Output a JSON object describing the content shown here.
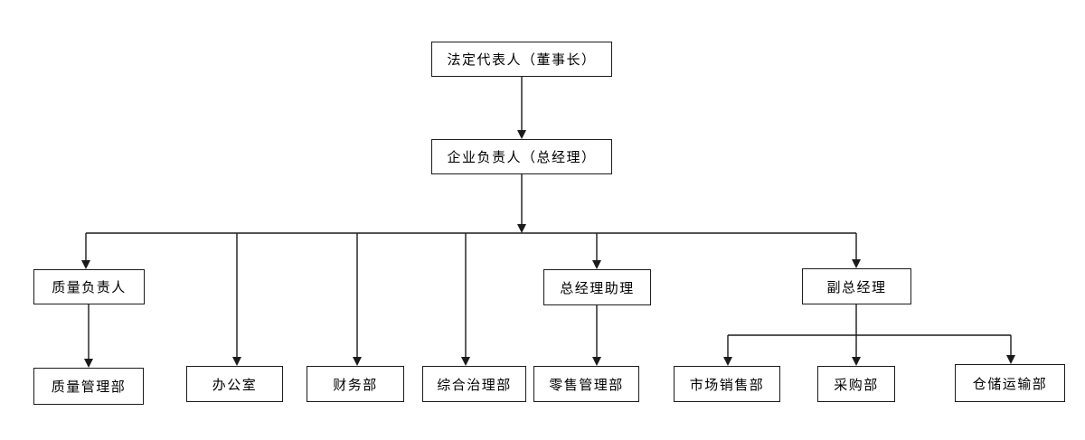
{
  "diagram": {
    "type": "org-chart",
    "background_color": "#ffffff",
    "line_color": "#1b1b1b",
    "box_border_color": "#1b1b1b",
    "text_color": "#000000",
    "nodes": {
      "legal_representative": {
        "label": "法定代表人（董事长）"
      },
      "general_manager": {
        "label": "企业负责人（总经理）"
      },
      "quality_head": {
        "label": "质量负责人"
      },
      "gm_assistant": {
        "label": "总经理助理"
      },
      "deputy_gm": {
        "label": "副总经理"
      },
      "quality_dept": {
        "label": "质量管理部"
      },
      "office": {
        "label": "办公室"
      },
      "finance_dept": {
        "label": "财务部"
      },
      "comprehensive_governance_dept": {
        "label": "综合治理部"
      },
      "retail_dept": {
        "label": "零售管理部"
      },
      "marketing_dept": {
        "label": "市场销售部"
      },
      "purchasing_dept": {
        "label": "采购部"
      },
      "warehouse_dept": {
        "label": "仓储运输部"
      }
    },
    "edges": [
      {
        "from": "legal_representative",
        "to": "general_manager"
      },
      {
        "from": "general_manager",
        "to": "quality_head"
      },
      {
        "from": "general_manager",
        "to": "office"
      },
      {
        "from": "general_manager",
        "to": "finance_dept"
      },
      {
        "from": "general_manager",
        "to": "comprehensive_governance_dept"
      },
      {
        "from": "general_manager",
        "to": "gm_assistant"
      },
      {
        "from": "general_manager",
        "to": "deputy_gm"
      },
      {
        "from": "quality_head",
        "to": "quality_dept"
      },
      {
        "from": "gm_assistant",
        "to": "retail_dept"
      },
      {
        "from": "deputy_gm",
        "to": "marketing_dept"
      },
      {
        "from": "deputy_gm",
        "to": "purchasing_dept"
      },
      {
        "from": "deputy_gm",
        "to": "warehouse_dept"
      }
    ]
  }
}
